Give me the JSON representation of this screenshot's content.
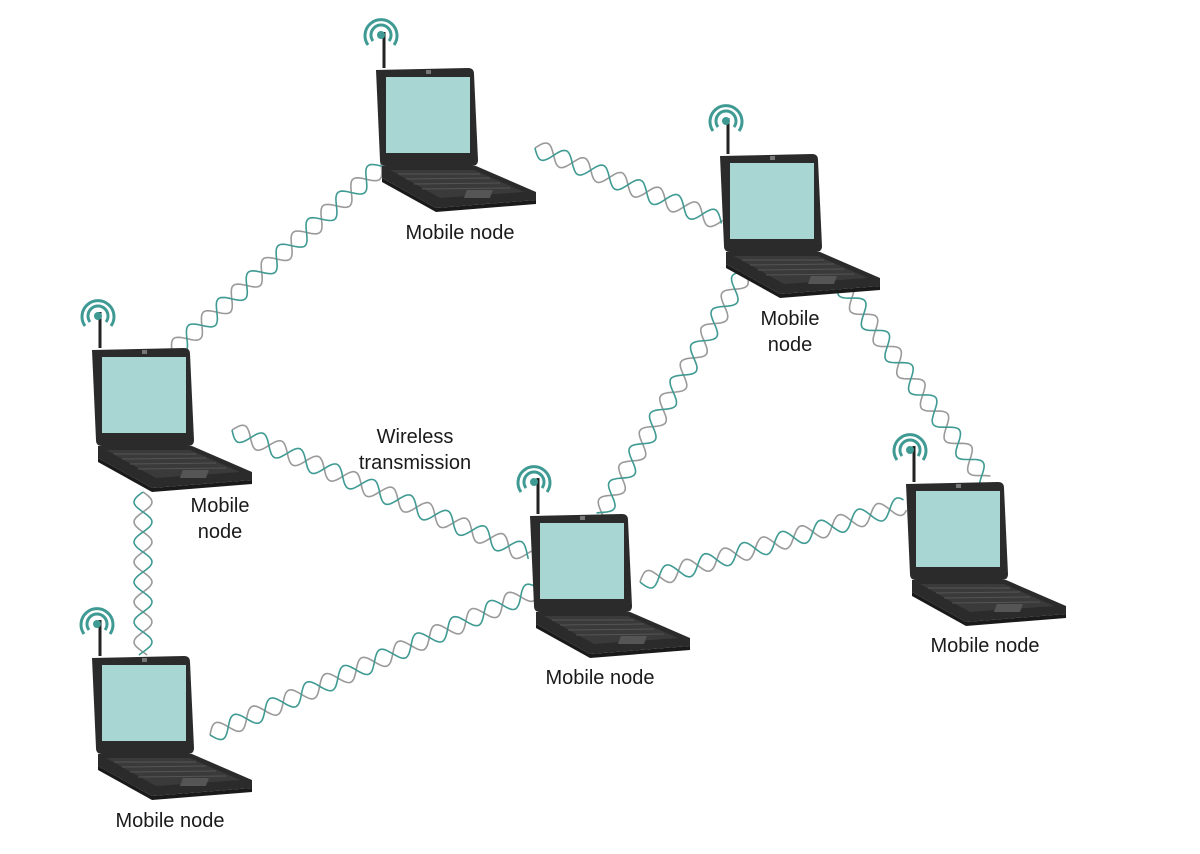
{
  "diagram": {
    "colors": {
      "background": "#ffffff",
      "wave_primary": "#3f9a93",
      "wave_secondary": "#9a9a9a",
      "signal_icon": "#3f9a93",
      "laptop_body": "#2b2b2b",
      "laptop_screen": "#a8d6d2",
      "label_text": "#1a1a1a"
    },
    "nodes": [
      {
        "id": "node-top",
        "label": "Mobile node"
      },
      {
        "id": "node-right-top",
        "label_line1": "Mobile",
        "label_line2": "node"
      },
      {
        "id": "node-left-mid",
        "label_line1": "Mobile",
        "label_line2": "node"
      },
      {
        "id": "node-center",
        "label": "Mobile node"
      },
      {
        "id": "node-right",
        "label": "Mobile node"
      },
      {
        "id": "node-bottom-left",
        "label": "Mobile node"
      }
    ],
    "annotation": {
      "line1": "Wireless",
      "line2": "transmission"
    }
  }
}
